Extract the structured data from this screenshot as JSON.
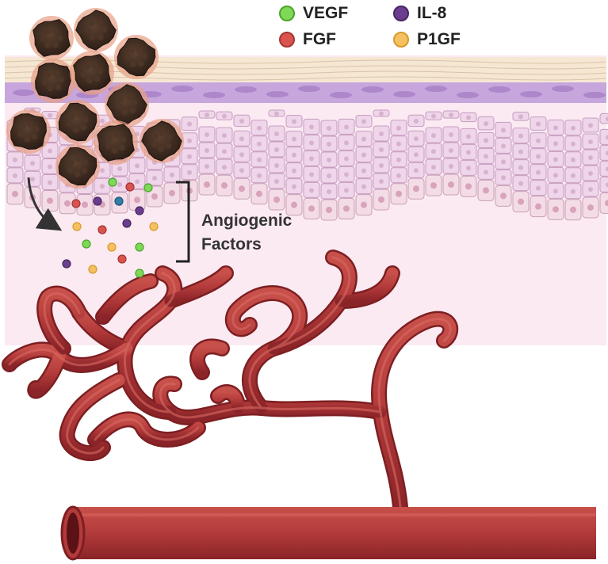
{
  "legend": {
    "items": [
      {
        "label": "VEGF",
        "color": "#7ed957",
        "stroke": "#4ca32c"
      },
      {
        "label": "IL-8",
        "color": "#6a3d8f",
        "stroke": "#47265f"
      },
      {
        "label": "FGF",
        "color": "#d9534f",
        "stroke": "#a63430"
      },
      {
        "label": "P1GF",
        "color": "#f5c061",
        "stroke": "#d79a2b"
      }
    ]
  },
  "annotation": {
    "line1": "Angiogenic",
    "line2": "Factors"
  },
  "colors": {
    "vessel": "#b23a3a",
    "vessel_dark": "#7d1f22",
    "vessel_light": "#d25a55",
    "tissue_bg": "#fbeaf2",
    "cell_fill": "#efd6ea",
    "cell_stroke": "#c79cc0",
    "basal_cell": "#f3dce6",
    "membrane": "#b894cf",
    "skin_top": "#f4e4cf",
    "tumor": "#3b2a20",
    "tumor_halo": "#d68a6b"
  },
  "icons": [
    "tumor-cell-icon",
    "blood-vessel-icon",
    "arrow-icon",
    "bracket-icon"
  ]
}
